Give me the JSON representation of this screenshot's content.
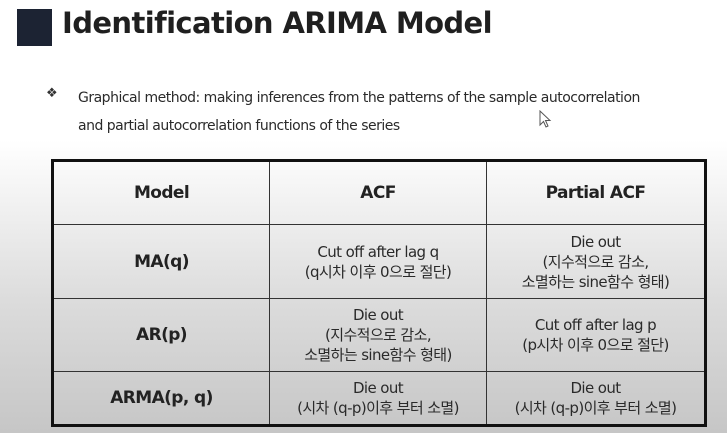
{
  "slide": {
    "title": "Identification ARIMA Model",
    "bullet_icon": "diamond-bullet-icon",
    "bullet_line1": "Graphical method: making inferences from the patterns of the sample autocorrelation",
    "bullet_line2": "and partial autocorrelation functions of the series"
  },
  "table": {
    "headers": [
      "Model",
      "ACF",
      "Partial ACF"
    ],
    "rows": [
      {
        "model": "MA(q)",
        "acf": [
          "Cut off after lag q",
          "(q시차 이후 0으로 절단)"
        ],
        "pacf": [
          "Die out",
          "(지수적으로 감소,",
          "소멸하는 sine함수 형태)"
        ]
      },
      {
        "model": "AR(p)",
        "acf": [
          "Die out",
          "(지수적으로 감소,",
          "소멸하는 sine함수 형태)"
        ],
        "pacf": [
          "Cut off after lag p",
          "(p시차 이후 0으로 절단)"
        ]
      },
      {
        "model": "ARMA(p, q)",
        "acf": [
          "Die out",
          "(시차 (q-p)이후 부터 소멸)"
        ],
        "pacf": [
          "Die out",
          "(시차 (q-p)이후 부터 소멸)"
        ]
      }
    ]
  },
  "colors": {
    "title_block": "#1c2333",
    "table_border": "#111111"
  }
}
